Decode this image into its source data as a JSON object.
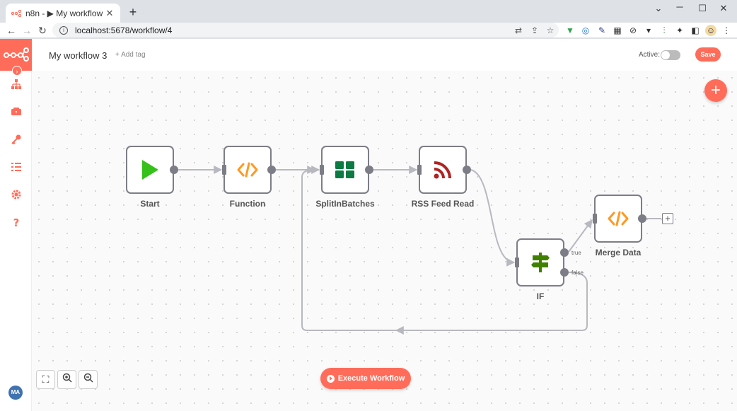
{
  "browser": {
    "tab_title": "n8n - ▶ My workflow 3",
    "tab_close": "✕",
    "new_tab": "+",
    "url": "localhost:5678/workflow/4",
    "window_controls": {
      "minimize": "─",
      "maximize": "☐",
      "close": "✕"
    }
  },
  "header": {
    "workflow_name": "My workflow 3",
    "add_tag": "+ Add tag",
    "active_label": "Active:",
    "active": false,
    "save_label": "Save"
  },
  "sidebar": {
    "items": [
      "workflows-icon",
      "templates-icon",
      "credentials-icon",
      "executions-icon",
      "settings-icon",
      "help-icon"
    ],
    "user_initials": "MA"
  },
  "nodes": [
    {
      "id": "start",
      "label": "Start",
      "icon": "play-icon"
    },
    {
      "id": "function",
      "label": "Function",
      "icon": "code-icon"
    },
    {
      "id": "splitinbatches",
      "label": "SplitInBatches",
      "icon": "grid-icon"
    },
    {
      "id": "rss",
      "label": "RSS Feed Read",
      "icon": "rss-icon"
    },
    {
      "id": "if",
      "label": "IF",
      "icon": "signpost-icon",
      "outputs": [
        "true",
        "false"
      ]
    },
    {
      "id": "merge",
      "label": "Merge Data",
      "icon": "code-icon"
    }
  ],
  "canvas": {
    "execute_label": "Execute Workflow",
    "add_node": "+",
    "zoom_controls": [
      "fit-view-icon",
      "zoom-in-icon",
      "zoom-out-icon"
    ]
  },
  "colors": {
    "brand": "#ff6d5a",
    "node_border": "#7d7d87",
    "start_green": "#35c01a",
    "function_orange": "#ff9922",
    "split_green": "#0c7a43",
    "rss_red": "#b02322",
    "if_green": "#408000",
    "edge": "#b8b8c0"
  }
}
